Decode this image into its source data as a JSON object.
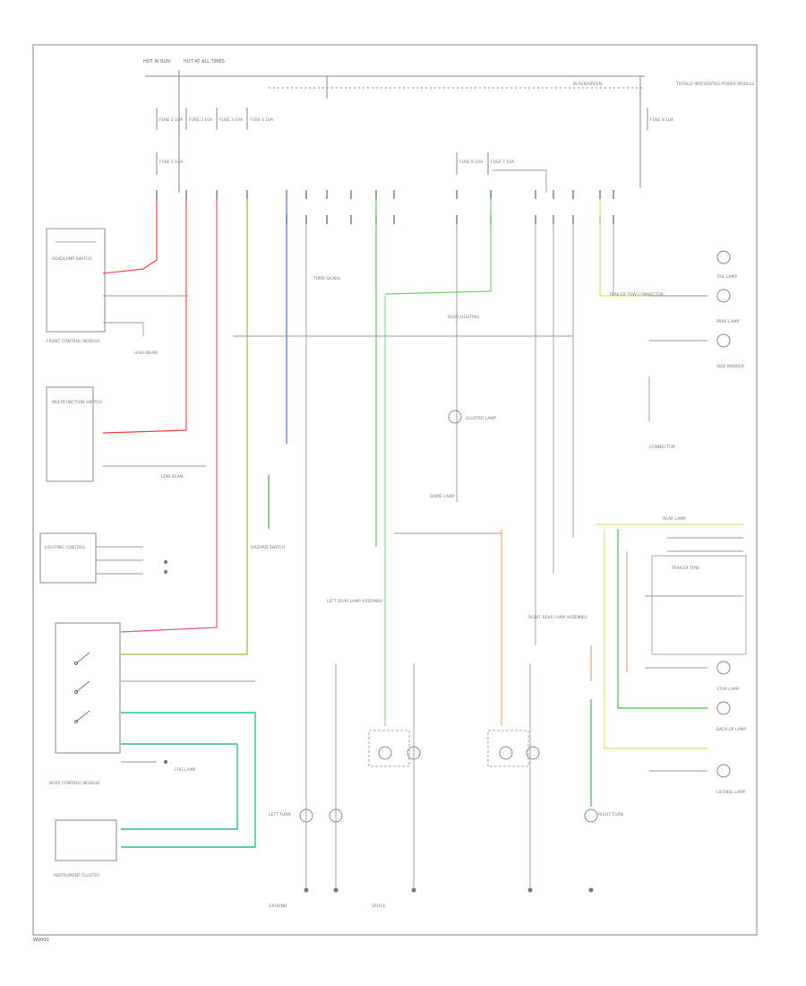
{
  "diagram": {
    "id_code": "W0000",
    "labels": {
      "l1": "HOT IN RUN",
      "l2": "HOT AT ALL TIMES",
      "l3": "BLACK/GREEN",
      "l4": "TOTALLY INTEGRATED POWER MODULE",
      "f1": "FUSE 1 10A",
      "f2": "FUSE 2 10A",
      "f3": "FUSE 3 10A",
      "f4": "FUSE 4 10A",
      "f5": "FUSE 5 10A",
      "f6": "FUSE 6 10A",
      "f7": "FUSE 7 10A",
      "f8": "FUSE 8 10A",
      "m1": "HEADLAMP SWITCH",
      "m2": "FRONT CONTROL MODULE",
      "m3": "MULTIFUNCTION SWITCH",
      "m4": "TURN SIGNAL",
      "m5": "LIGHTING CONTROL",
      "m6": "BODY CONTROL MODULE",
      "m7": "INSTRUMENT CLUSTER",
      "m8": "CLUSTER LAMP",
      "m9": "HAZARD SWITCH",
      "m10": "TRAILER TOW",
      "m11": "LEFT REAR LAMP ASSEMBLY",
      "m12": "RIGHT REAR LAMP ASSEMBLY",
      "m13": "REAR LAMP",
      "m14": "TAIL LAMP",
      "m15": "PARK LAMP",
      "m16": "SIDE MARKER",
      "m17": "STOP LAMP",
      "m18": "BACK-UP LAMP",
      "m19": "LICENSE LAMP",
      "m20": "GROUND",
      "m21": "SPLICE",
      "m22": "CONNECTOR",
      "m23": "TRAILER TOW CONNECTOR",
      "m24": "REAR LIGHTING",
      "m25": "LEFT TURN",
      "m26": "RIGHT TURN",
      "m27": "HIGH BEAM",
      "m28": "LOW BEAM",
      "m29": "FOG LAMP",
      "m30": "DOME LAMP"
    }
  }
}
